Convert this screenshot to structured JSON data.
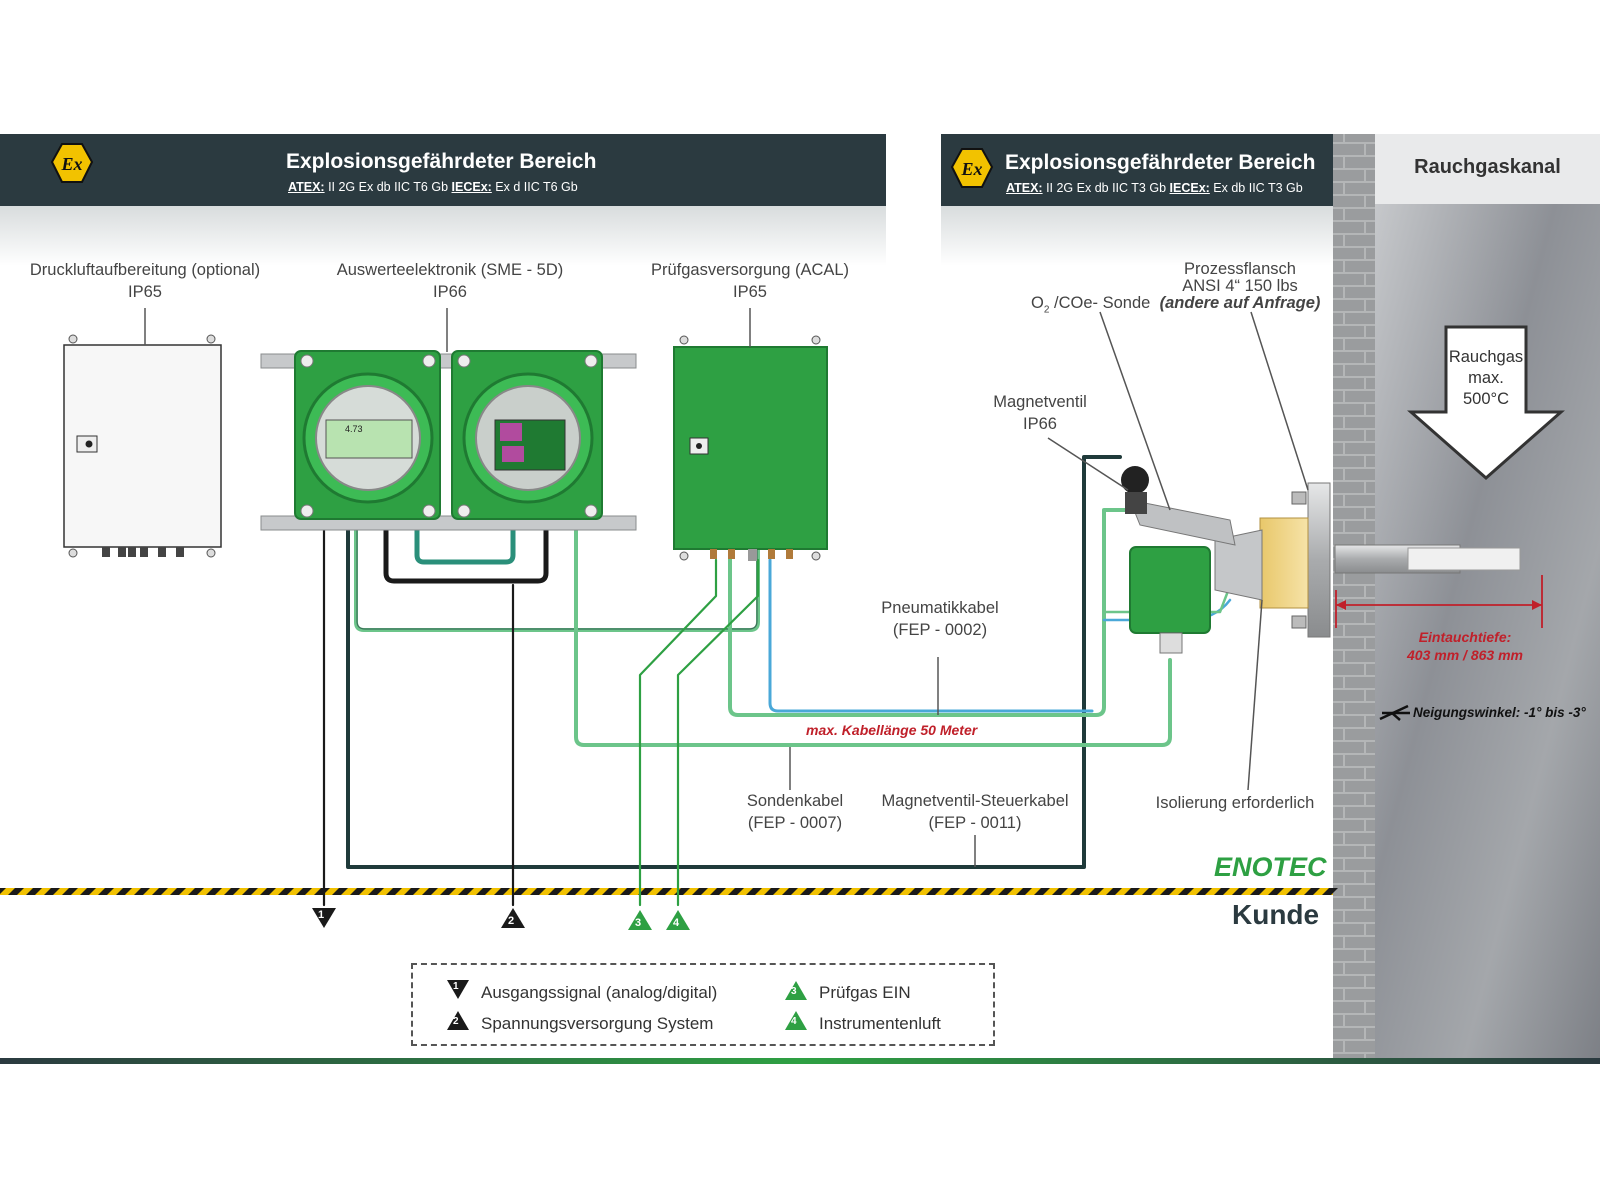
{
  "zones": {
    "left": {
      "title": "Explosionsgefährdeter Bereich",
      "atex_label": "ATEX:",
      "atex_value": "II 2G Ex db IIC T6 Gb",
      "iecex_label": "IECEx:",
      "iecex_value": "Ex d IIC T6 Gb"
    },
    "right": {
      "title": "Explosionsgefährdeter Bereich",
      "atex_label": "ATEX:",
      "atex_value": "II 2G Ex db IIC T3 Gb",
      "iecex_label": "IECEx:",
      "iecex_value": "Ex db IIC T3 Gb"
    },
    "duct": "Rauchgaskanal"
  },
  "components": {
    "compressed_air": {
      "name": "Druckluftaufbereitung (optional)",
      "rating": "IP65"
    },
    "electronics": {
      "name": "Auswerteelektronik (SME - 5D)",
      "rating": "IP66",
      "display_value": "4.73"
    },
    "test_gas": {
      "name": "Prüfgasversorgung (ACAL)",
      "rating": "IP65"
    },
    "valve": {
      "name": "Magnetventil",
      "rating": "IP66"
    },
    "probe": {
      "name_pre": "O",
      "name_sub": "2",
      "name_post": " /COe- Sonde"
    },
    "flange": {
      "line1": "Prozessflansch",
      "line2": "ANSI 4“ 150 lbs",
      "line3": "(andere auf Anfrage)"
    },
    "insulation": "Isolierung erforderlich"
  },
  "cables": {
    "pneumatic": {
      "name": "Pneumatikkabel",
      "code": "(FEP - 0002)"
    },
    "probe": {
      "name": "Sondenkabel",
      "code": "(FEP - 0007)"
    },
    "valve": {
      "name": "Magnetventil-Steuerkabel",
      "code": "(FEP - 0011)"
    },
    "max_length": "max. Kabellänge 50 Meter"
  },
  "flue_gas": {
    "line1": "Rauchgas",
    "line2": "max.",
    "line3": "500°C"
  },
  "immersion": {
    "label": "Eintauchtiefe:",
    "value": "403 mm / 863 mm"
  },
  "tilt": "Neigungswinkel: -1° bis -3°",
  "boundary": {
    "supplier": "ENOTEC",
    "customer": "Kunde"
  },
  "markers": [
    "1",
    "2",
    "3",
    "4"
  ],
  "legend": [
    {
      "num": "1",
      "text": "Ausgangssignal (analog/digital)"
    },
    {
      "num": "2",
      "text": "Spannungsversorgung System"
    },
    {
      "num": "3",
      "text": "Prüfgas EIN"
    },
    {
      "num": "4",
      "text": "Instrumentenluft"
    }
  ],
  "colors": {
    "banner": "#2b3a40",
    "device_green": "#2ea043",
    "cable_dark": "#1f3a3a",
    "cable_green": "#6cc58a",
    "cable_blue": "#4aa8d8",
    "accent_red": "#c0202a",
    "hazard_yellow": "#f2c200",
    "enotec_green": "#2ea043"
  }
}
